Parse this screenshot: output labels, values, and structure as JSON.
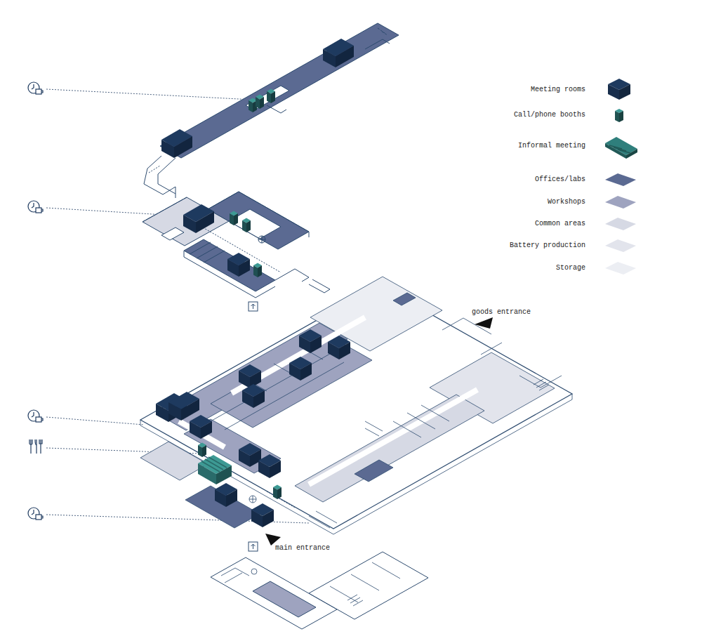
{
  "diagram": {
    "labels": [
      "goods entrance",
      "main entrance"
    ],
    "legend": [
      {
        "text": "Meeting rooms",
        "color": "#1e3a5f"
      },
      {
        "text": "Call/phone booths",
        "color": "#2f7775"
      },
      {
        "text": "Informal meeting",
        "color": "#2f7f7c"
      },
      {
        "text": "Offices/labs",
        "color": "#5b6a92"
      },
      {
        "text": "Workshops",
        "color": "#9ea3bf"
      },
      {
        "text": "Common areas",
        "color": "#d6d9e4"
      },
      {
        "text": "Battery production",
        "color": "#e2e4ec"
      },
      {
        "text": "Storage",
        "color": "#eceef3"
      }
    ]
  }
}
